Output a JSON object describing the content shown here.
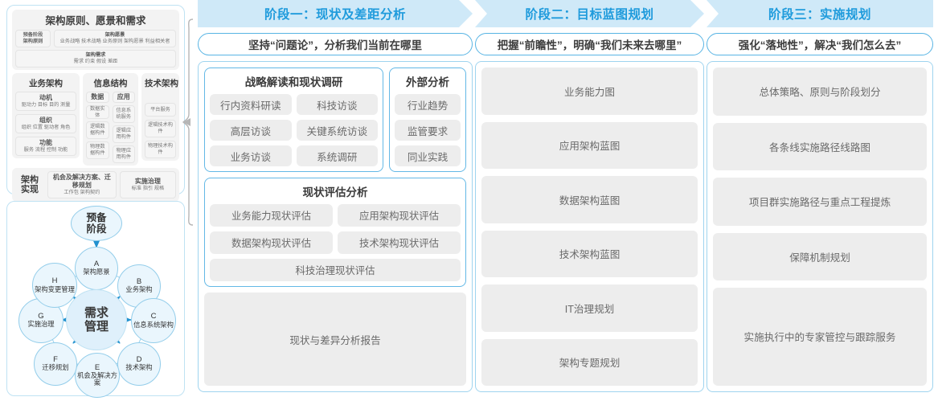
{
  "left_panel": {
    "title": "架构原则、愿景和需求",
    "prep": {
      "label_line1": "预备阶段",
      "label_line2": "架构原则"
    },
    "vision": {
      "title": "架构愿景",
      "items": "业务战略 技术战略 业务原则 架构愿景 利益相关者"
    },
    "requirement": {
      "title": "架构需求",
      "items": "需求   约束   假设   差距"
    },
    "columns": [
      {
        "head": "业务架构",
        "groups": [
          {
            "title": "动机",
            "items": "驱动力 目标 目的 测量"
          },
          {
            "title": "组织",
            "items": "组织 位置 驱动者 角色"
          },
          {
            "title": "功能",
            "items": "服务 流程 控制 功能"
          }
        ]
      },
      {
        "head": "信息结构",
        "sub": [
          {
            "title": "数据",
            "items": [
              "数据实体",
              "逻辑数据构件",
              "物理数据构件"
            ]
          },
          {
            "title": "应用",
            "items": [
              "信息系统服务",
              "逻辑应用构件",
              "物理应用构件"
            ]
          }
        ]
      },
      {
        "head": "技术架构",
        "items": [
          "平台服务",
          "逻辑技术构件",
          "物理技术构件"
        ]
      }
    ],
    "realize": {
      "label_line1": "架构",
      "label_line2": "实现",
      "boxes": [
        {
          "title": "机会及解决方案、迁移规划",
          "items": "工作包  架构契约"
        },
        {
          "title": "实施治理",
          "items": "标准  指引  规格"
        }
      ]
    }
  },
  "cycle": {
    "top": "预备\n阶段",
    "center_line1": "需求",
    "center_line2": "管理",
    "nodes": [
      {
        "letter": "A",
        "label": "架构愿景"
      },
      {
        "letter": "B",
        "label": "业务架构"
      },
      {
        "letter": "C",
        "label": "信息系统架构"
      },
      {
        "letter": "D",
        "label": "技术架构"
      },
      {
        "letter": "E",
        "label": "机会及解决方案"
      },
      {
        "letter": "F",
        "label": "迁移规划"
      },
      {
        "letter": "G",
        "label": "实施治理"
      },
      {
        "letter": "H",
        "label": "架构变更管理"
      }
    ]
  },
  "phases": [
    {
      "banner": "阶段一：现状及差距分析",
      "subhead": "坚持“问题论”，分析我们当前在哪里",
      "blocks": {
        "research": {
          "title": "战略解读和现状调研",
          "chips": [
            "行内资料研读",
            "科技访谈",
            "高层访谈",
            "关键系统访谈",
            "业务访谈",
            "系统调研"
          ]
        },
        "external": {
          "title": "外部分析",
          "chips": [
            "行业趋势",
            "监管要求",
            "同业实践"
          ]
        },
        "assess": {
          "title": "现状评估分析",
          "chips": [
            "业务能力现状评估",
            "应用架构现状评估",
            "数据架构现状评估",
            "技术架构现状评估"
          ],
          "wide_chip": "科技治理现状评估"
        },
        "report": "现状与差异分析报告"
      }
    },
    {
      "banner": "阶段二：目标蓝图规划",
      "subhead": "把握“前瞻性”，明确“我们未来去哪里”",
      "items": [
        "业务能力图",
        "应用架构蓝图",
        "数据架构蓝图",
        "技术架构蓝图",
        "IT治理规划",
        "架构专题规划"
      ]
    },
    {
      "banner": "阶段三：实施规划",
      "subhead": "强化“落地性”，解决“我们怎么去”",
      "items": [
        "总体策略、原则与阶段划分",
        "各条线实施路径线路图",
        "项目群实施路径与重点工程提炼",
        "保障机制规划",
        "实施执行中的专家管控与跟踪服务"
      ]
    }
  ],
  "colors": {
    "banner_bg": "#cfe9f8",
    "banner_text": "#1f9bdc",
    "panel_border": "#9fd4ef",
    "chip_bg": "#ededed",
    "node_bg": "#eaf6fd",
    "node_border": "#93cdea"
  }
}
